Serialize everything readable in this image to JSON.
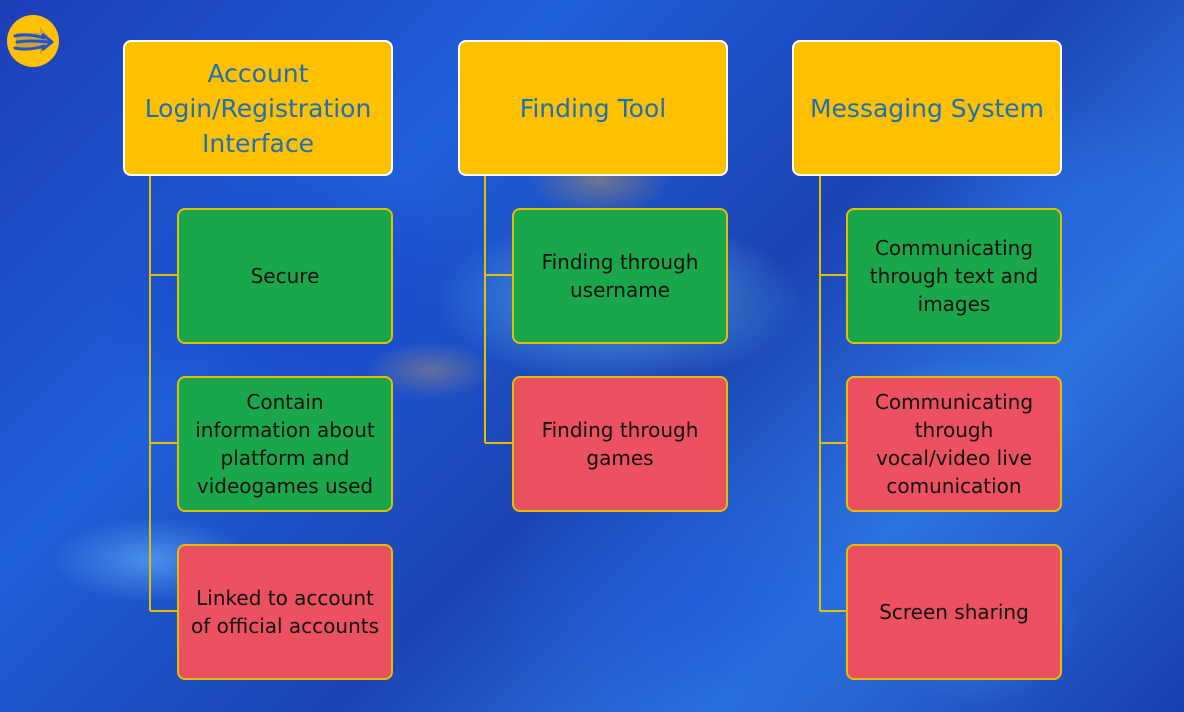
{
  "columns": [
    {
      "header": "Account Login/Registration Interface",
      "items": [
        {
          "label": "Secure",
          "status": "green"
        },
        {
          "label": "Contain information about platform and videogames used",
          "status": "green"
        },
        {
          "label": "Linked to account of official accounts",
          "status": "red"
        }
      ]
    },
    {
      "header": "Finding Tool",
      "items": [
        {
          "label": "Finding through username",
          "status": "green"
        },
        {
          "label": "Finding through games",
          "status": "red"
        }
      ]
    },
    {
      "header": "Messaging System",
      "items": [
        {
          "label": "Communicating through text and images",
          "status": "green"
        },
        {
          "label": "Communicating through vocal/video live comunication",
          "status": "red"
        },
        {
          "label": "Screen sharing",
          "status": "red"
        }
      ]
    }
  ],
  "colors": {
    "header_fill": "#ffc000",
    "header_text": "#1f6fb5",
    "green_fill": "#1aa64a",
    "red_fill": "#eb5160",
    "connector": "#e2c000"
  },
  "logo_icon": "arrow-logo-icon"
}
